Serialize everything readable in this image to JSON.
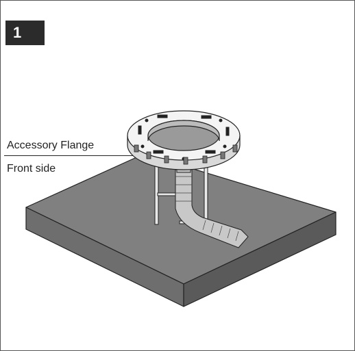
{
  "step_number": "1",
  "callouts": {
    "accessory_flange": "Accessory Flange",
    "front_side": "Front side"
  },
  "colors": {
    "slab_fill": "#808080",
    "slab_front": "#6e6e6e",
    "slab_side": "#5a5a5a",
    "badge": "#2b2b2b",
    "line": "#222222"
  }
}
